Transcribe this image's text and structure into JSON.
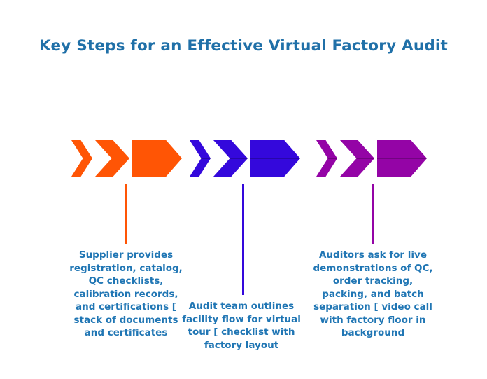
{
  "title": "Key Steps for an Effective Virtual Factory Audit",
  "colors": {
    "background": "#FFFFFF",
    "title_text": "#2070A8",
    "body_text": "#2076B4",
    "step1_orange": "#FF5505",
    "step2_blue": "#3408DC",
    "step3_purple": "#9404A6"
  },
  "steps": [
    {
      "arrow_color": "#FF5505",
      "connector_color": "#FF5505",
      "description": "Supplier provides\nregistration, catalog,\nQC checklists,\ncalibration records,\nand certifications [\nstack of documents\nand certificates"
    },
    {
      "arrow_color": "#3408DC",
      "connector_color": "#3408DC",
      "description": "Audit team outlines\nfacility flow for virtual\ntour [ checklist with\nfactory layout"
    },
    {
      "arrow_color": "#9404A6",
      "connector_color": "#9404A6",
      "description": "Auditors ask for live\ndemonstrations of QC,\norder tracking,\npacking, and batch\nseparation [ video call\nwith factory floor in\nbackground"
    }
  ]
}
